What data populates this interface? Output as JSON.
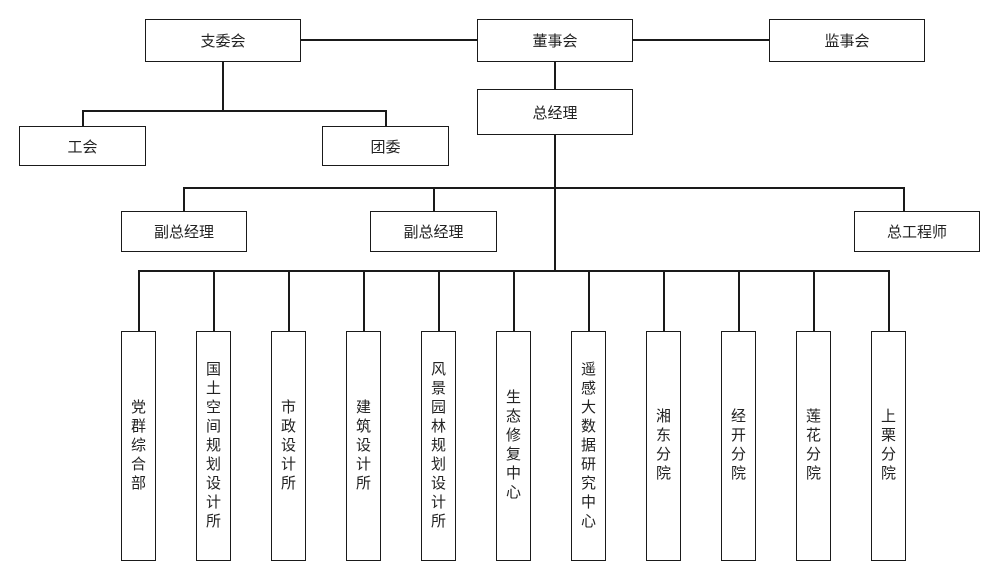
{
  "org_chart": {
    "top": {
      "party_branch": "支委会",
      "board": "董事会",
      "supervisory_board": "监事会"
    },
    "party_children": {
      "union": "工会",
      "youth_league": "团委"
    },
    "general_manager": "总经理",
    "managers": {
      "deputy_gm_1": "副总经理",
      "deputy_gm_2": "副总经理",
      "chief_engineer": "总工程师"
    },
    "departments": [
      "党群综合部",
      "国土空间规划设计所",
      "市政设计所",
      "建筑设计所",
      "风景园林规划设计所",
      "生态修复中心",
      "遥感大数据研究中心",
      "湘东分院",
      "经开分院",
      "莲花分院",
      "上栗分院"
    ]
  },
  "colors": {
    "line": "#1a1a1a",
    "text": "#222222",
    "background": "#ffffff"
  }
}
